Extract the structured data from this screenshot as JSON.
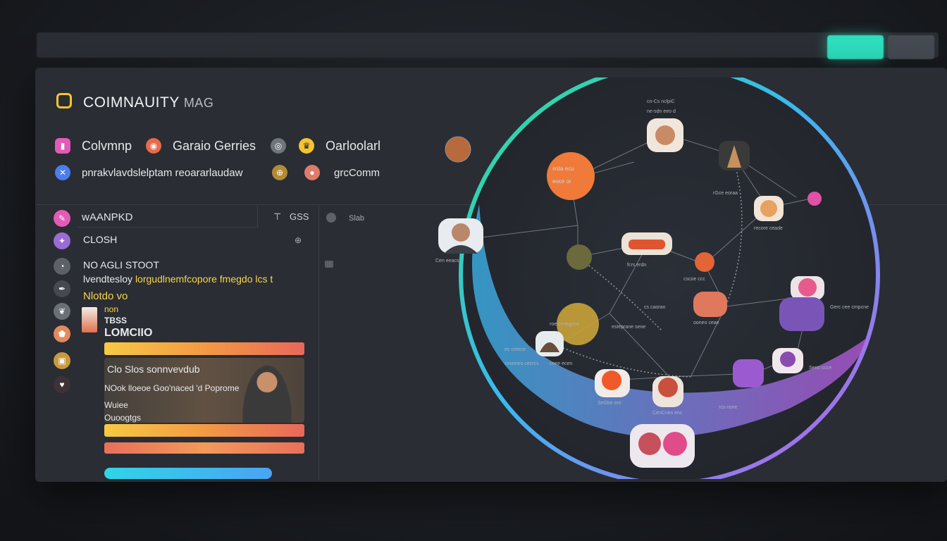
{
  "header": {
    "title_main": "COIMNAUITY",
    "title_light": "MAG"
  },
  "nav": {
    "row1": [
      {
        "label": "Colvmnp",
        "icon": "bookmark-icon",
        "color": "#e25bb7"
      },
      {
        "label": "Garaio Gerries",
        "icon": "palette-icon",
        "color": "#e96a4b"
      },
      {
        "label": "",
        "icon": "globe-icon",
        "color": "#9aa0a6"
      },
      {
        "label": "Oarloolarl",
        "icon": "crown-icon",
        "color": "#f4c430"
      }
    ],
    "row2": [
      {
        "label": "pnrakvlavdslelptam reoararlaudaw",
        "icon": "x-circle-icon",
        "color": "#4a7df0"
      },
      {
        "label": "",
        "icon": "grid-globe-icon",
        "color": "#c59a3d"
      },
      {
        "label": "grcComm",
        "icon": "avatar-icon",
        "color": "#e07b6a"
      }
    ]
  },
  "panel": {
    "search_label": "wAANPKD",
    "search_count": "GSS",
    "row_label": "CLOSH",
    "lines": {
      "l1": "NO AGLI STOOT",
      "l2a": "lvendtesloy",
      "l2b": "lorgudlnemfcopore fmegdo lcs t",
      "l3": "Nlotdo vo",
      "l4": "non",
      "l5": "TBSS",
      "l6": "LOMCIIO",
      "c1": "Clo Slos sonnvevdub",
      "c2": "NOok lloeoe Goo'naced 'd Poprome",
      "c3": "Wuiee",
      "c4": "Ouoogtgs"
    },
    "mid_label": "Slab"
  },
  "colors": {
    "accent": "#2ee0c0",
    "ring_start": "#2fe08a",
    "ring_mid": "#3ab8f0",
    "ring_end": "#c25be8"
  },
  "graph": {
    "labels": {
      "top1": "cn-Cs nclpiC",
      "top2": "ne-sdn eeo d",
      "n1": "srda ecu",
      "n2": "eoce or",
      "n3": "rGce eoraa",
      "n4": "recore ceade",
      "n5": "Cen eeacs",
      "n6": "fcrs erdn",
      "n7": "cscoe ccc",
      "n8": "Gerc cee cmpcne",
      "n9": "cs caoran",
      "n10": "ooneo ceae",
      "n11": "esteprane sene",
      "n12": "roe cevegnce",
      "n13": "es creicor",
      "n14": "cnvoneo cecrcs",
      "n15": "cnee ecen",
      "n16": "Senc ccce",
      "n17": "SeGbe ere",
      "n18": "CenCnes enc",
      "n19": "rcs nsne"
    }
  }
}
